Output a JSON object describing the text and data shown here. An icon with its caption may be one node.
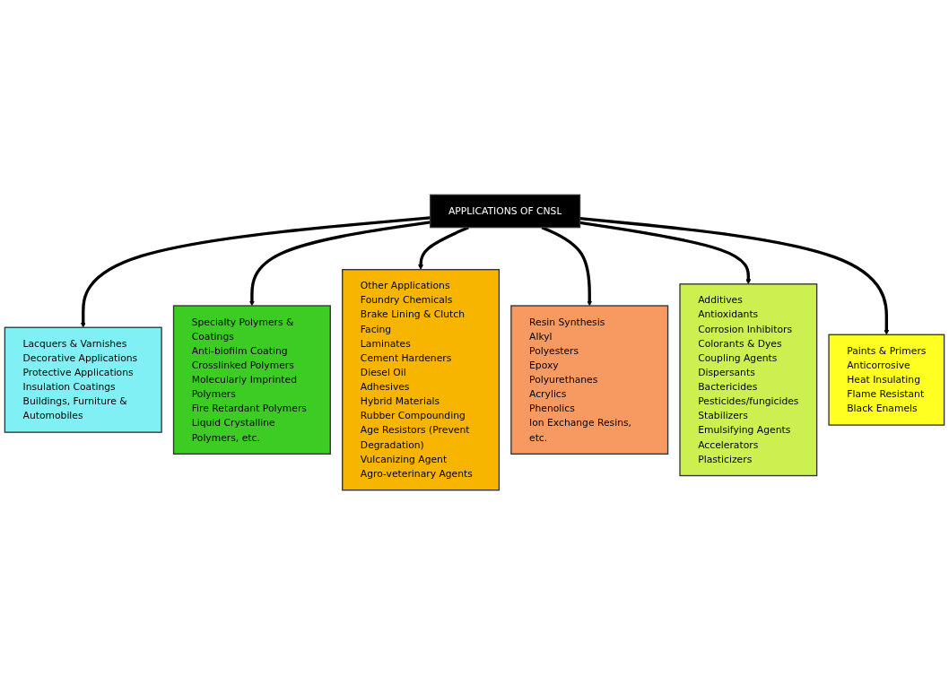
{
  "diagram": {
    "nodes": [
      {
        "text": [
          "Lacquers & Varnishes",
          "Decorative Applications",
          "Protective Applications",
          "Insulation Coatings",
          "Buildings, Furniture & Automobiles"
        ]
      },
      {
        "text": [
          "Specialty Polymers & Coatings",
          "Anti-biofilm Coating",
          "Crosslinked Polymers",
          "Molecularly Imprinted Polymers",
          "Fire Retardant Polymers",
          "Liquid Crystalline Polymers, etc."
        ]
      },
      {
        "text": [
          "Other Applications",
          "Foundry Chemicals",
          "Brake Lining & Clutch Facing",
          "Laminates",
          "Cement Hardeners",
          "Diesel Oil",
          "Adhesives",
          "Hybrid Materials",
          "Rubber Compounding",
          "Age Resistors (Prevent Degradation)",
          "Vulcanizing Agent",
          "Agro-veterinary Agents"
        ]
      },
      {
        "text": [
          "APPLICATIONS OF CNSL"
        ]
      },
      {
        "text": [
          "Resin Synthesis",
          "Alkyl",
          "Polyesters",
          "Epoxy",
          "Polyurethanes",
          "Acrylics",
          "Phenolics",
          "Ion Exchange Resins, etc."
        ]
      },
      {
        "text": [
          "Additives",
          "Antioxidants",
          "Corrosion Inhibitors",
          "Colorants & Dyes",
          "Coupling Agents",
          "Dispersants",
          "Bactericides",
          "Pesticides/fungicides",
          "Stabilizers",
          "Emulsifying Agents",
          "Accelerators",
          "Plasticizers"
        ]
      },
      {
        "text": [
          "Paints & Primers",
          "Anticorrosive",
          "Heat Insulating",
          "Flame Resistant",
          "Black Enamels"
        ]
      }
    ],
    "edges": [
      {
        "from": 3,
        "to": 0,
        "arrow": "to"
      },
      {
        "from": 3,
        "to": 1,
        "arrow": "to"
      },
      {
        "from": 3,
        "to": 2,
        "arrow": "to"
      },
      {
        "from": 3,
        "to": 4,
        "arrow": "to"
      },
      {
        "from": 3,
        "to": 5,
        "arrow": "to"
      },
      {
        "from": 3,
        "to": 6,
        "arrow": "to"
      }
    ]
  }
}
